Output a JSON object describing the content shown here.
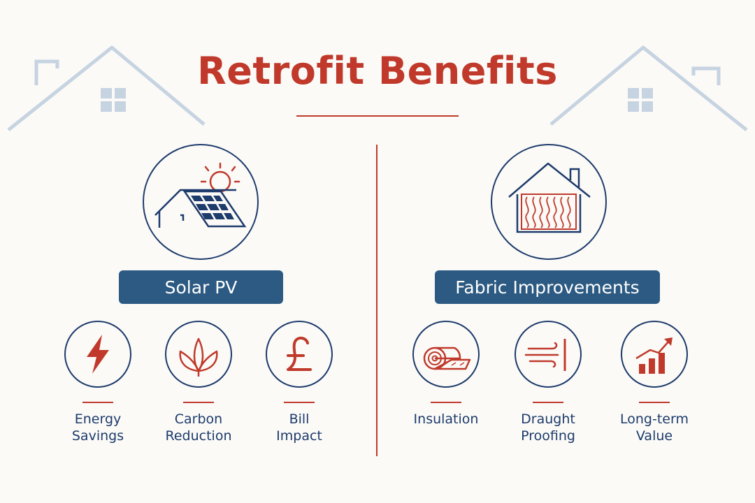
{
  "title": "Retrofit Benefits",
  "colors": {
    "accent_red": "#c0392b",
    "navy": "#1d3b6b",
    "pill_blue": "#2c5a82",
    "house_outline": "#c6d3e1"
  },
  "sections": [
    {
      "name": "Solar PV",
      "icon": "solar-house-icon",
      "items": [
        {
          "label": "Energy\nSavings",
          "icon": "lightning-icon"
        },
        {
          "label": "Carbon\nReduction",
          "icon": "leaf-icon"
        },
        {
          "label": "Bill\nImpact",
          "icon": "pound-icon"
        }
      ]
    },
    {
      "name": "Fabric Improvements",
      "icon": "insulated-house-icon",
      "items": [
        {
          "label": "Insulation",
          "icon": "insulation-roll-icon"
        },
        {
          "label": "Draught\nProofing",
          "icon": "draught-icon"
        },
        {
          "label": "Long-term\nValue",
          "icon": "growth-chart-icon"
        }
      ]
    }
  ]
}
